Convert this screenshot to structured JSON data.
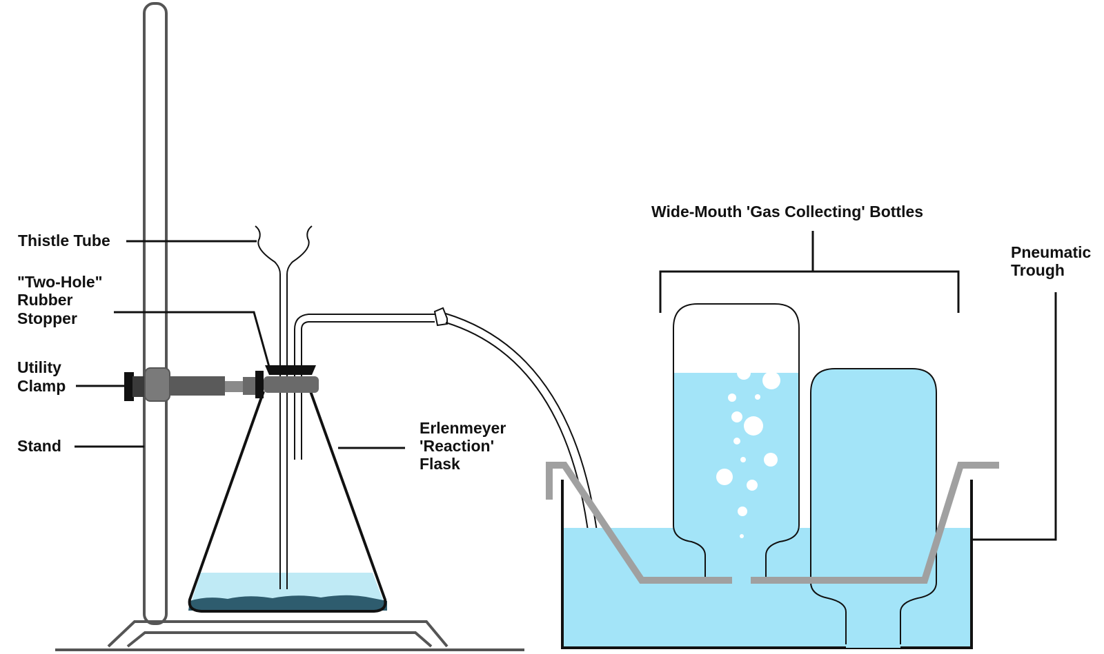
{
  "labels": {
    "thistle_tube": "Thistle Tube",
    "stopper_line1": "\"Two-Hole\"",
    "stopper_line2": "Rubber",
    "stopper_line3": "Stopper",
    "clamp_line1": "Utility",
    "clamp_line2": "Clamp",
    "stand": "Stand",
    "flask_line1": "Erlenmeyer",
    "flask_line2": "'Reaction'",
    "flask_line3": "Flask",
    "bottles": "Wide-Mouth 'Gas Collecting' Bottles",
    "trough_line1": "Pneumatic",
    "trough_line2": "Trough"
  },
  "colors": {
    "water": "#a3e4f8",
    "water_flask": "#bfeaf5",
    "reagent": "#2e5c6e",
    "clamp_dark": "#5a5a5a",
    "clamp_mid": "#7a7a7a",
    "stand_outline": "#555555",
    "shelf": "#a0a0a0",
    "bubble": "#ffffff",
    "line": "#111111"
  }
}
